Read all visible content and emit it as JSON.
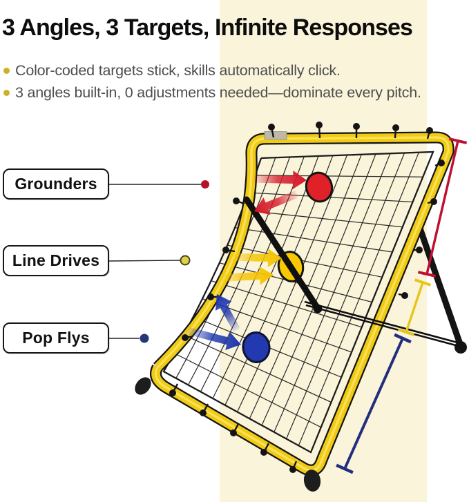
{
  "header": {
    "title": "3 Angles, 3 Targets, Infinite Responses",
    "bullets": [
      "Color-coded targets stick, skills automatically click.",
      "3 angles built-in, 0 adjustments needed—dominate every pitch."
    ]
  },
  "callouts": [
    {
      "label": "Grounders",
      "dot_color": "#b5122f"
    },
    {
      "label": "Line Drives",
      "dot_color": "#ded24d"
    },
    {
      "label": "Pop Flys",
      "dot_color": "#253677"
    }
  ],
  "colors": {
    "band_cream": "#faf4da",
    "bullet_dot": "#c9b227",
    "frame_yellow": "#f0cb16",
    "frame_highlight": "#ffe86d",
    "net_black": "#1c1c1c",
    "hardware_black": "#141414",
    "target_red": "#e02128",
    "target_yellow": "#f8c800",
    "target_blue": "#2239b0",
    "arrow_red": "#d7182a",
    "arrow_yellow": "#f5c400",
    "arrow_blue": "#1e36ae",
    "measure_red": "#c01031",
    "measure_yellow": "#e7c51d",
    "measure_blue": "#232f7e"
  }
}
